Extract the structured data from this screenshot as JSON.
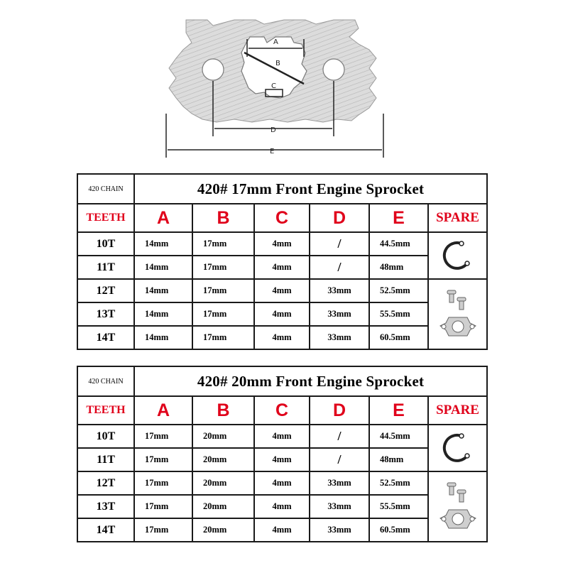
{
  "diagram": {
    "dimension_labels": [
      "A",
      "B",
      "C",
      "D",
      "E"
    ]
  },
  "tables": [
    {
      "chain": "420 CHAIN",
      "title": "420# 17mm Front Engine Sprocket",
      "headers": {
        "teeth": "TEETH",
        "a": "A",
        "b": "B",
        "c": "C",
        "d": "D",
        "e": "E",
        "spare": "SPARE"
      },
      "rows": [
        {
          "teeth": "10T",
          "a": "14mm",
          "b": "17mm",
          "c": "4mm",
          "d": "/",
          "e": "44.5mm"
        },
        {
          "teeth": "11T",
          "a": "14mm",
          "b": "17mm",
          "c": "4mm",
          "d": "/",
          "e": "48mm"
        },
        {
          "teeth": "12T",
          "a": "14mm",
          "b": "17mm",
          "c": "4mm",
          "d": "33mm",
          "e": "52.5mm"
        },
        {
          "teeth": "13T",
          "a": "14mm",
          "b": "17mm",
          "c": "4mm",
          "d": "33mm",
          "e": "55.5mm"
        },
        {
          "teeth": "14T",
          "a": "14mm",
          "b": "17mm",
          "c": "4mm",
          "d": "33mm",
          "e": "60.5mm"
        }
      ],
      "spares": [
        "circlip-icon",
        "bolts-and-lock-plate-icon"
      ]
    },
    {
      "chain": "420 CHAIN",
      "title": "420# 20mm Front Engine Sprocket",
      "headers": {
        "teeth": "TEETH",
        "a": "A",
        "b": "B",
        "c": "C",
        "d": "D",
        "e": "E",
        "spare": "SPARE"
      },
      "rows": [
        {
          "teeth": "10T",
          "a": "17mm",
          "b": "20mm",
          "c": "4mm",
          "d": "/",
          "e": "44.5mm"
        },
        {
          "teeth": "11T",
          "a": "17mm",
          "b": "20mm",
          "c": "4mm",
          "d": "/",
          "e": "48mm"
        },
        {
          "teeth": "12T",
          "a": "17mm",
          "b": "20mm",
          "c": "4mm",
          "d": "33mm",
          "e": "52.5mm"
        },
        {
          "teeth": "13T",
          "a": "17mm",
          "b": "20mm",
          "c": "4mm",
          "d": "33mm",
          "e": "55.5mm"
        },
        {
          "teeth": "14T",
          "a": "17mm",
          "b": "20mm",
          "c": "4mm",
          "d": "33mm",
          "e": "60.5mm"
        }
      ],
      "spares": [
        "circlip-icon",
        "bolts-and-lock-plate-icon"
      ]
    }
  ],
  "colors": {
    "header_red": "#e0001a",
    "border": "#1a1a1a",
    "metal": "#d6d6d6"
  }
}
